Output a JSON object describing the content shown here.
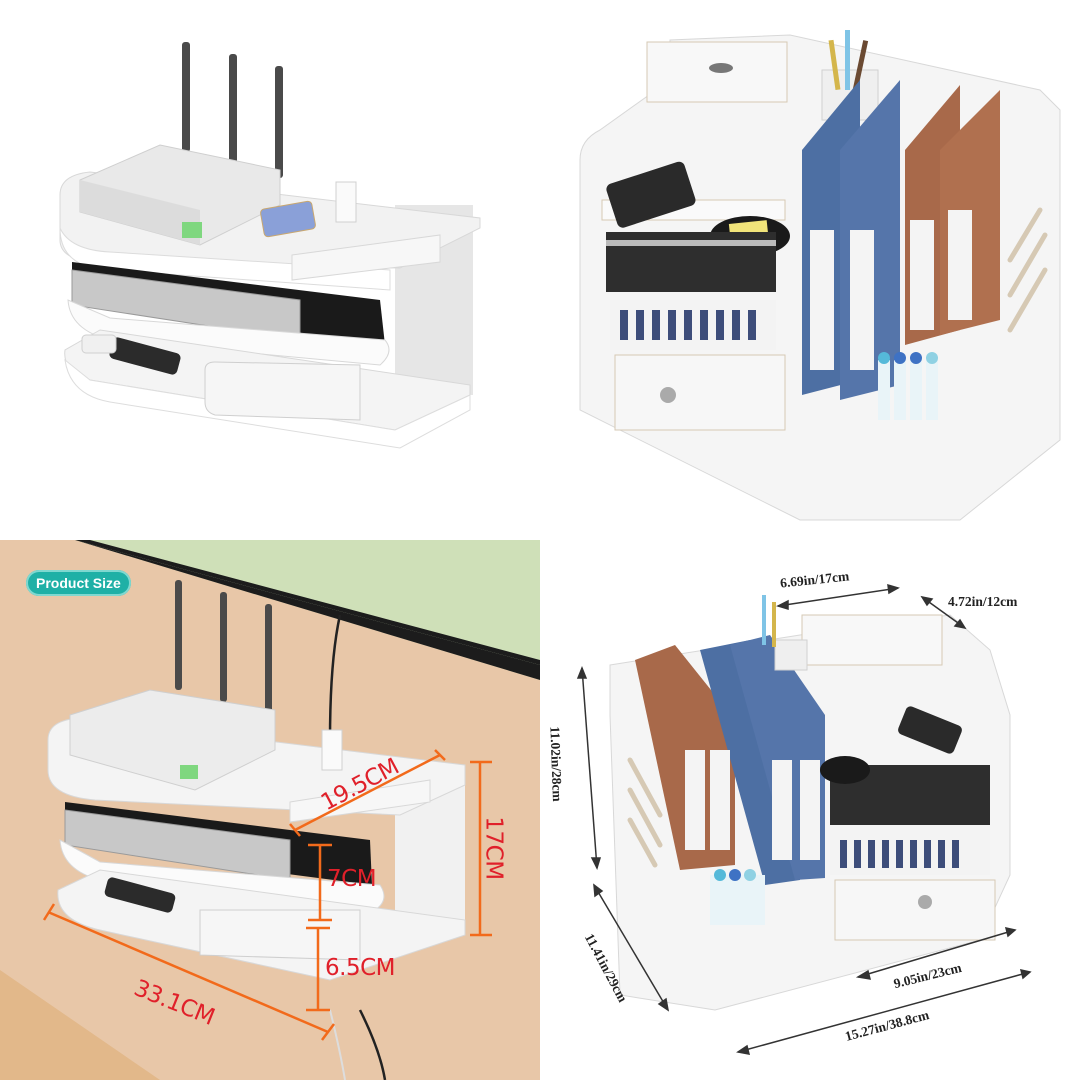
{
  "layout": {
    "rows": 2,
    "cols": 2
  },
  "panels": [
    {
      "id": "top-left",
      "subject": "white 3-tier wall-mounted router shelf with router, DVD player, remotes and power strip",
      "background": "#ffffff"
    },
    {
      "id": "top-right",
      "subject": "white desk organizer with tissue box slot, pen holder, binders, shelves and lockable drawer",
      "background": "#ffffff"
    },
    {
      "id": "bottom-left",
      "subject": "router shelf mounted on wall with dimension annotations",
      "background": "#e8c7a8",
      "badge": "Product Size",
      "dimension_color": "#e0202a",
      "line_color": "#f26a1b",
      "dimensions": {
        "depth": "19.5CM",
        "height": "17CM",
        "upper_gap": "7CM",
        "lower_gap": "6.5CM",
        "width": "33.1CM"
      }
    },
    {
      "id": "bottom-right",
      "subject": "desk organizer with dimension annotations",
      "background": "#ffffff",
      "dimensions": {
        "top_width": "6.69in/17cm",
        "top_depth": "4.72in/12cm",
        "height": "11.02in/28cm",
        "depth": "11.41in/29cm",
        "drawer_width": "9.05in/23cm",
        "total_width": "15.27in/38.8cm"
      }
    }
  ],
  "colors": {
    "badge": "#1fb0a6",
    "binder_blue": "#4d6fa3",
    "binder_brown": "#a8694a",
    "shelf_white": "#f3f3f3"
  }
}
